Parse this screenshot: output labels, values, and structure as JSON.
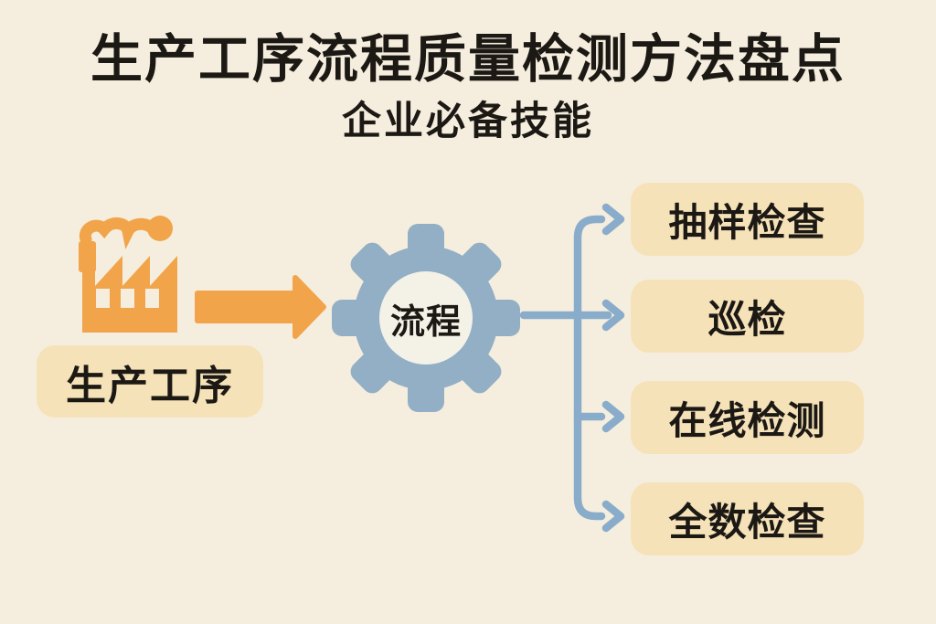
{
  "title": "生产工序流程质量检测方法盘点",
  "subtitle": "企业必备技能",
  "flow": {
    "source_label": "生产工序",
    "process_label": "流程"
  },
  "methods": [
    {
      "label": "抽样检查"
    },
    {
      "label": "巡检"
    },
    {
      "label": "在线检测"
    },
    {
      "label": "全数检查"
    }
  ],
  "icons": {
    "factory": "factory-icon",
    "arrow": "arrow-right-icon",
    "gear": "gear-icon",
    "connector": "branch-connector-arrows"
  },
  "colors": {
    "background": "#f5eede",
    "panel_tan": "#f6e2b8",
    "accent_orange": "#f2a44b",
    "gear_blue": "#92afc5",
    "gear_center": "#f4f2e7",
    "connector_blue": "#8aaccb",
    "text": "#1c1915"
  }
}
